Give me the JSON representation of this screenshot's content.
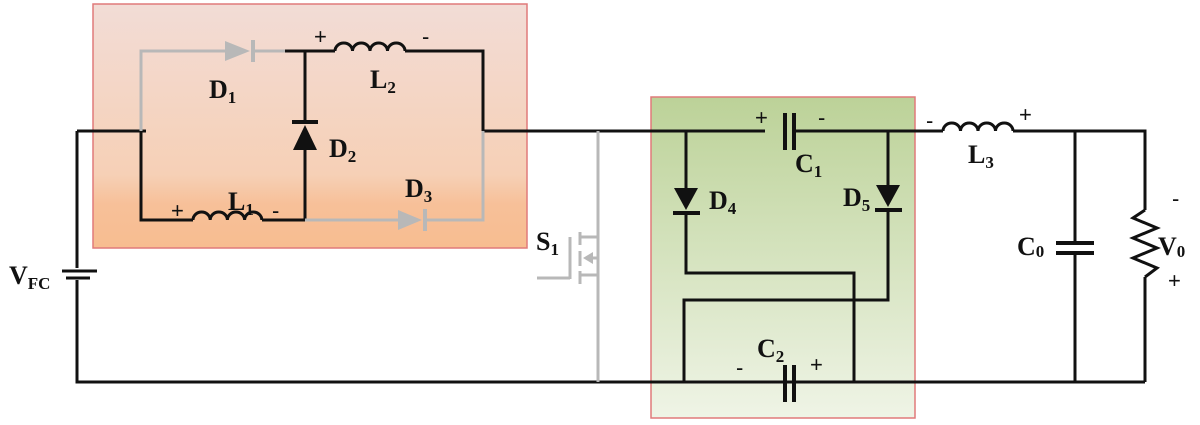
{
  "title": "Converter circuit schematic",
  "colors": {
    "box1_top": "#f2dcd6",
    "box1_bottom": "#f7bd90",
    "box2_top": "#bcd298",
    "box2_bottom": "#eff4e6",
    "border": "#e07a7a",
    "wire": "#111111",
    "inactive": "#b8b8b8"
  },
  "labels": {
    "D1": {
      "m": "D",
      "s": "1"
    },
    "D2": {
      "m": "D",
      "s": "2"
    },
    "D3": {
      "m": "D",
      "s": "3"
    },
    "D4": {
      "m": "D",
      "s": "4"
    },
    "D5": {
      "m": "D",
      "s": "5"
    },
    "L1": {
      "m": "L",
      "s": "1"
    },
    "L2": {
      "m": "L",
      "s": "2"
    },
    "L3": {
      "m": "L",
      "s": "3"
    },
    "C1": {
      "m": "C",
      "s": "1"
    },
    "C2": {
      "m": "C",
      "s": "2"
    },
    "C0": {
      "m": "C",
      "s": "0"
    },
    "S1": {
      "m": "S",
      "s": "1"
    },
    "VFC": {
      "m": "V",
      "s": "FC"
    },
    "V0": {
      "m": "V",
      "s": "0"
    }
  },
  "polarity": {
    "plus": "+",
    "minus": "-"
  }
}
